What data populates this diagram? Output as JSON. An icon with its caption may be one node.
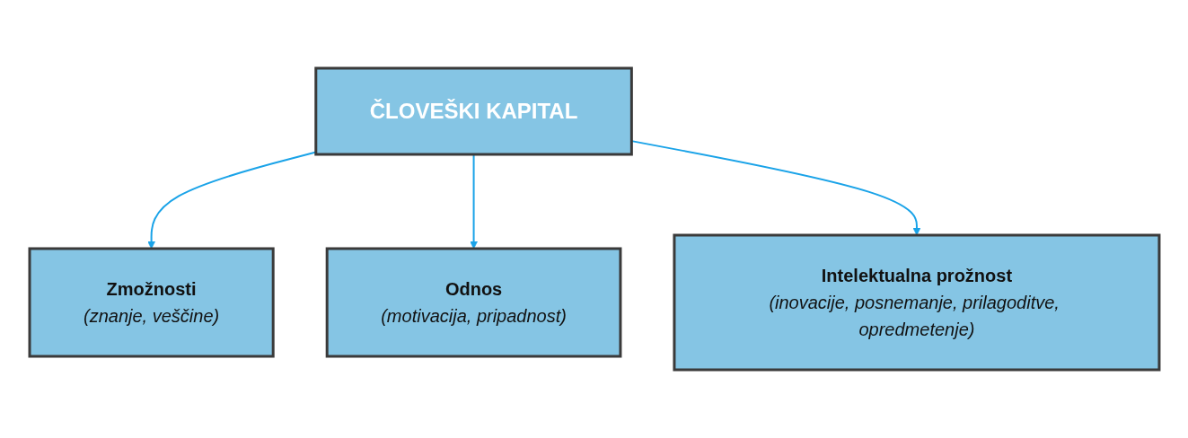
{
  "diagram": {
    "nodes": [
      {
        "text": [
          "ČLOVEŠKI KAPITAL"
        ]
      },
      {
        "text": [
          "Zmožnosti",
          "(znanje, veščine)"
        ]
      },
      {
        "text": [
          "Odnos",
          "(motivacija, pripadnost)"
        ]
      },
      {
        "text": [
          "Intelektualna prožnost",
          "(inovacije, posnemanje, prilagoditve, opredmetenje)"
        ]
      }
    ],
    "edges": [
      {
        "from": 0,
        "to": 1,
        "arrow": "to"
      },
      {
        "from": 0,
        "to": 2,
        "arrow": "to"
      },
      {
        "from": 0,
        "to": 3,
        "arrow": "to"
      }
    ]
  }
}
